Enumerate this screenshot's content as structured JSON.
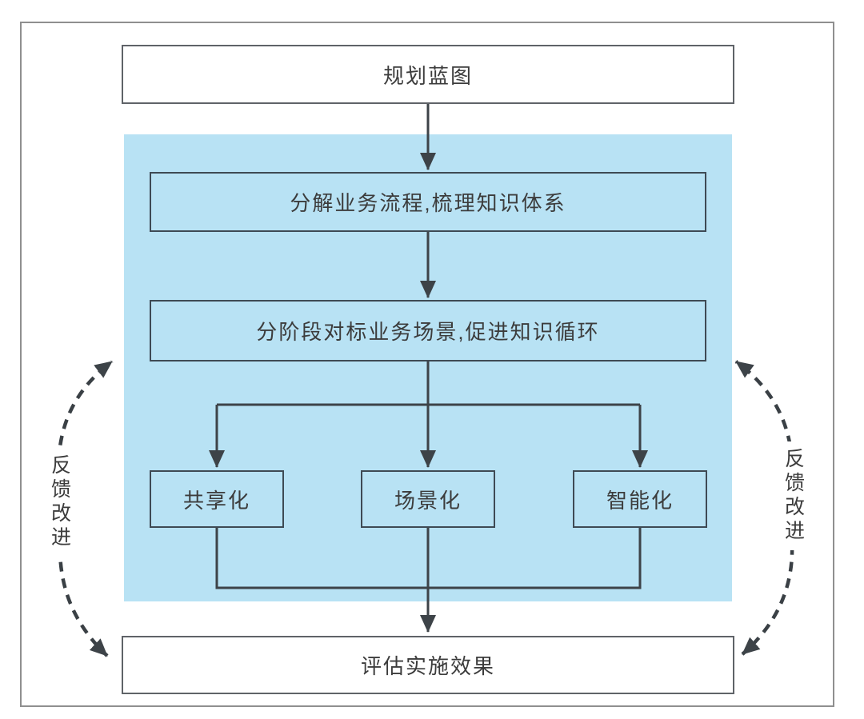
{
  "diagram": {
    "nodes": {
      "blueprint": "规划蓝图",
      "decompose": "分解业务流程,梳理知识体系",
      "benchmark": "分阶段对标业务场景,促进知识循环",
      "sharing": "共享化",
      "scenario": "场景化",
      "intelligence": "智能化",
      "evaluate": "评估实施效果"
    },
    "feedback": {
      "left_label": "反馈改进",
      "right_label": "反馈改进"
    },
    "colors": {
      "highlight_region_bg": "#b8e2f4",
      "connector": "#3d4348",
      "inner_box_border": "#3e4a54",
      "outer_box_border": "#5f6368",
      "frame_border": "#8f8f8f",
      "text": "#3c3c3c",
      "page_bg": "#ffffff"
    }
  }
}
